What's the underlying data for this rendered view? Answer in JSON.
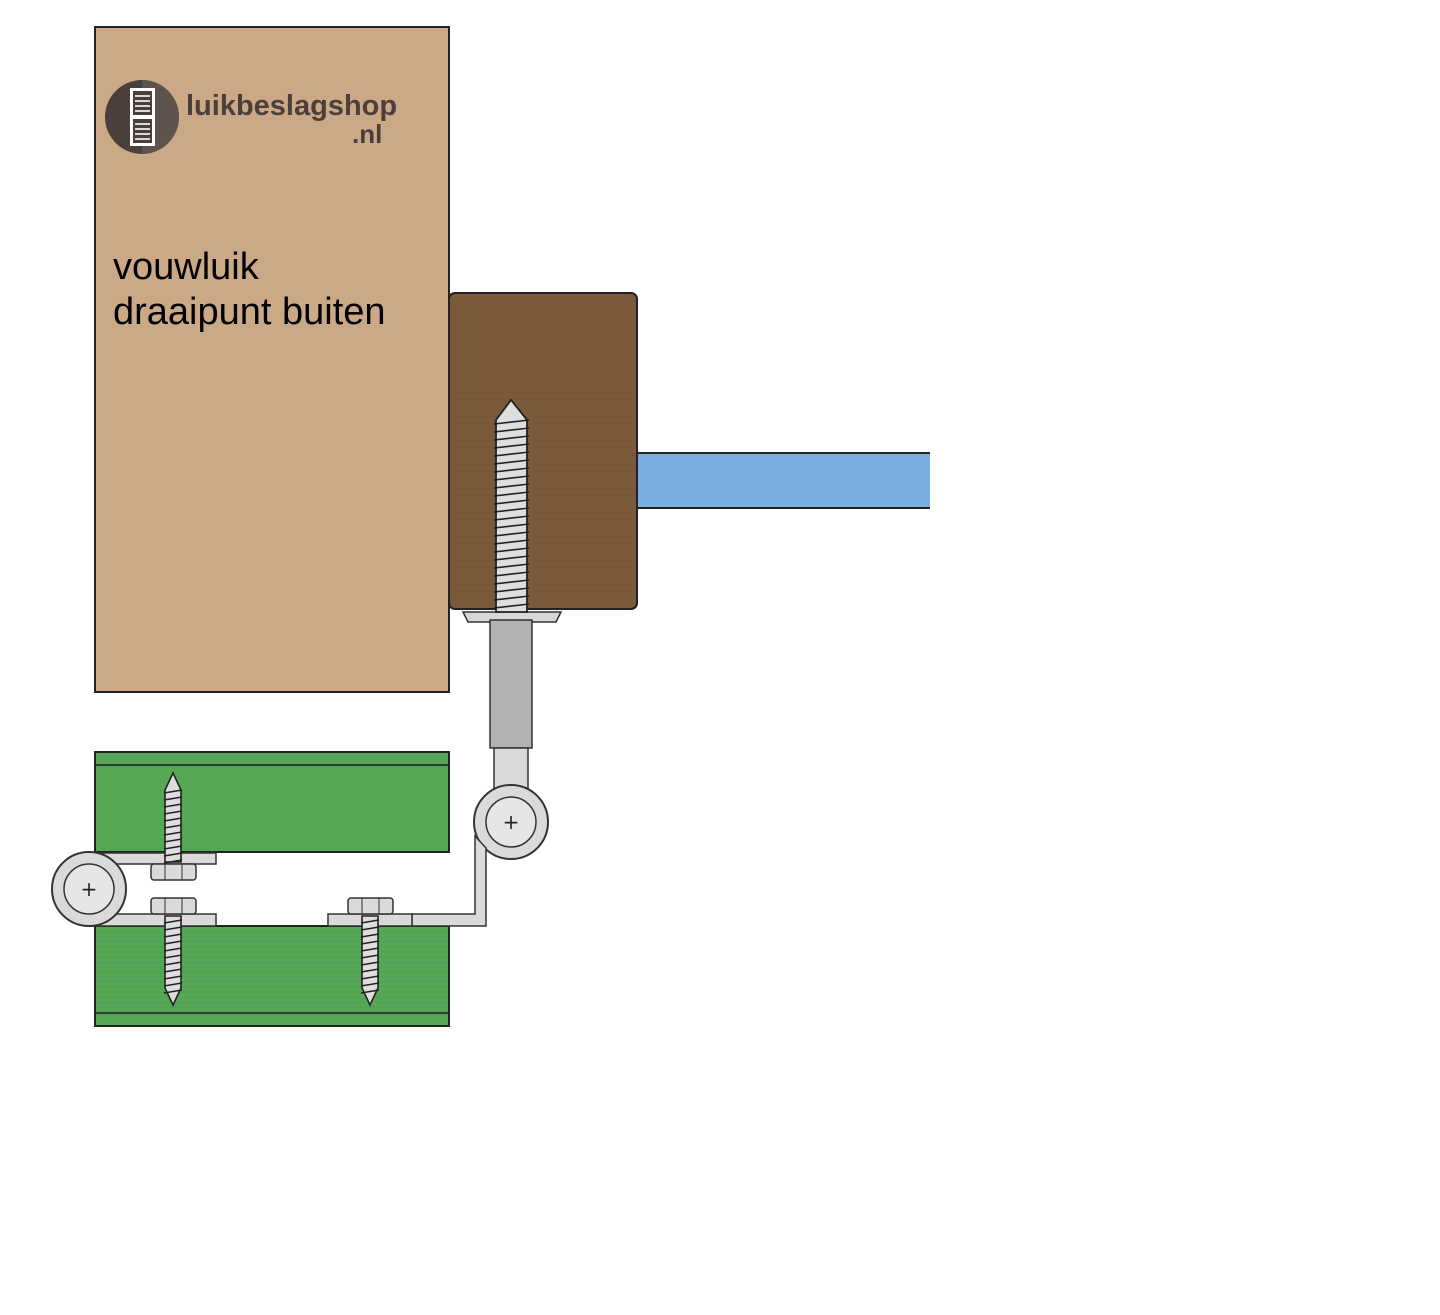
{
  "logo": {
    "name": "luikbeslagshop",
    "tld": ".nl",
    "icon": "shutter-icon"
  },
  "labels": {
    "line1": "vouwluik",
    "line2": "draaipunt buiten"
  },
  "pivot_symbol": "+",
  "colors": {
    "shutter_panel": "#cba987",
    "frame_wood": "#7b5a3b",
    "window_glass": "#7aaedf",
    "folding_shutter": "#55a756",
    "hardware_metal": "#dadada",
    "logo_text": "#4a3f3a"
  }
}
